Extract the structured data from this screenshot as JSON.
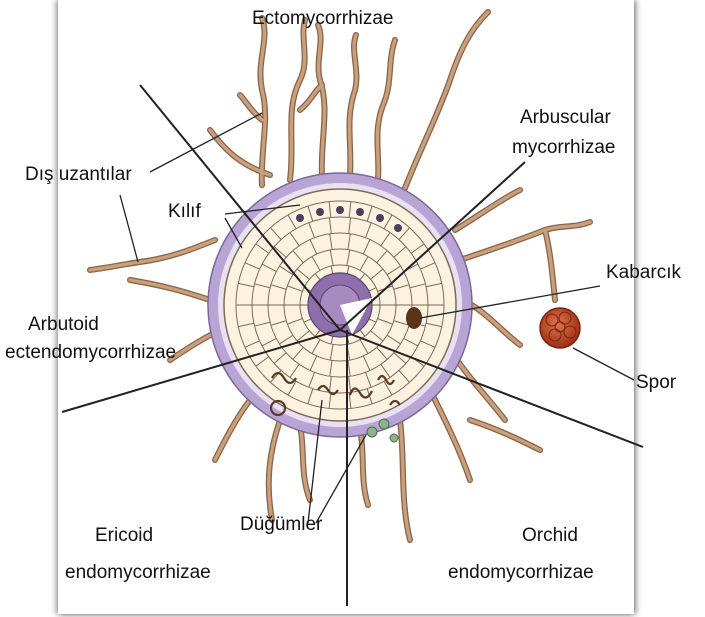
{
  "labels": {
    "ecto": "Ectomycorrhizae",
    "arbuscular_1": "Arbuscular",
    "arbuscular_2": "mycorrhizae",
    "dis_uzantilar": "Dış uzantılar",
    "kilif": "Kılıf",
    "kabarcik": "Kabarcık",
    "arbutoid_1": "Arbutoid",
    "arbutoid_2": "ectendomycorrhizae",
    "spor": "Spor",
    "ericoid_1": "Ericoid",
    "ericoid_2": "endomycorrhizae",
    "dugumler": "Düğümler",
    "orchid_1": "Orchid",
    "orchid_2": "endomycorrhizae"
  },
  "colors": {
    "hyphae": "#c9a07e",
    "hyphae_edge": "#8a6447",
    "cell_fill": "#fbf3df",
    "cell_edge": "#7d6a5a",
    "mantle": "#b9a4d6",
    "stele": "#8e6fab",
    "spore": "#c1441f",
    "vesicle": "#5a3318",
    "divider": "#222222"
  }
}
